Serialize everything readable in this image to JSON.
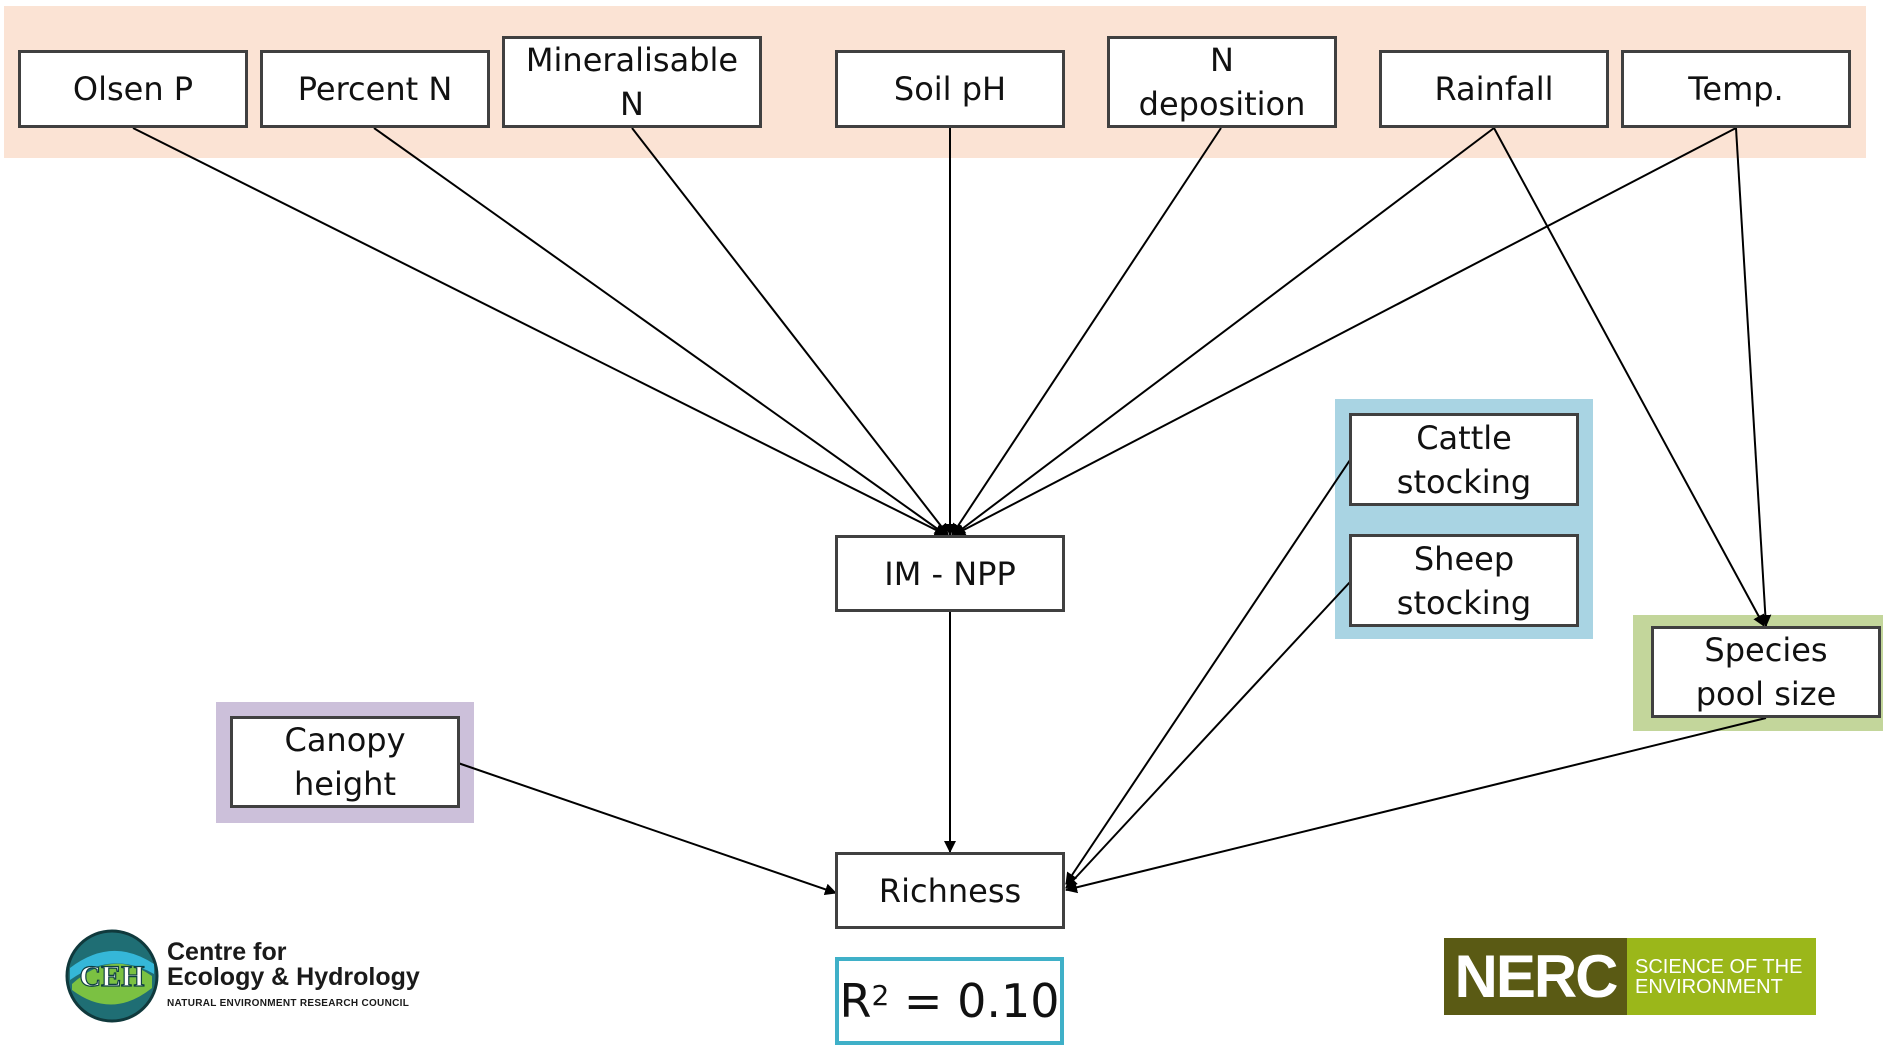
{
  "nodes": {
    "olsen_p": [
      "Olsen P"
    ],
    "percent_n": [
      "Percent N"
    ],
    "mineralisable_n": [
      "Mineralisable",
      "N"
    ],
    "soil_ph": [
      "Soil pH"
    ],
    "n_deposition": [
      "N",
      "deposition"
    ],
    "rainfall": [
      "Rainfall"
    ],
    "temp": [
      "Temp."
    ],
    "im_npp": [
      "IM - NPP"
    ],
    "cattle_stocking": [
      "Cattle",
      "stocking"
    ],
    "sheep_stocking": [
      "Sheep",
      "stocking"
    ],
    "species_pool_size": [
      "Species",
      "pool size"
    ],
    "canopy_height": [
      "Canopy",
      "height"
    ],
    "richness": [
      "Richness"
    ]
  },
  "r2": {
    "prefix": "R",
    "sup": "2",
    "suffix": " = 0.10"
  },
  "colors": {
    "soil_climate_band": "#fbe3d4",
    "grazing_band": "#a9d4e3",
    "species_pool_band": "#c3d69b",
    "canopy_band": "#ccc0da",
    "r2_border": "#3fb0c8"
  },
  "logos": {
    "ceh": {
      "mark": "CEH",
      "line1": "Centre for",
      "line2": "Ecology & Hydrology",
      "line3": "NATURAL ENVIRONMENT RESEARCH COUNCIL"
    },
    "nerc": {
      "mark": "NERC",
      "line1": "SCIENCE OF THE",
      "line2": "ENVIRONMENT"
    }
  }
}
